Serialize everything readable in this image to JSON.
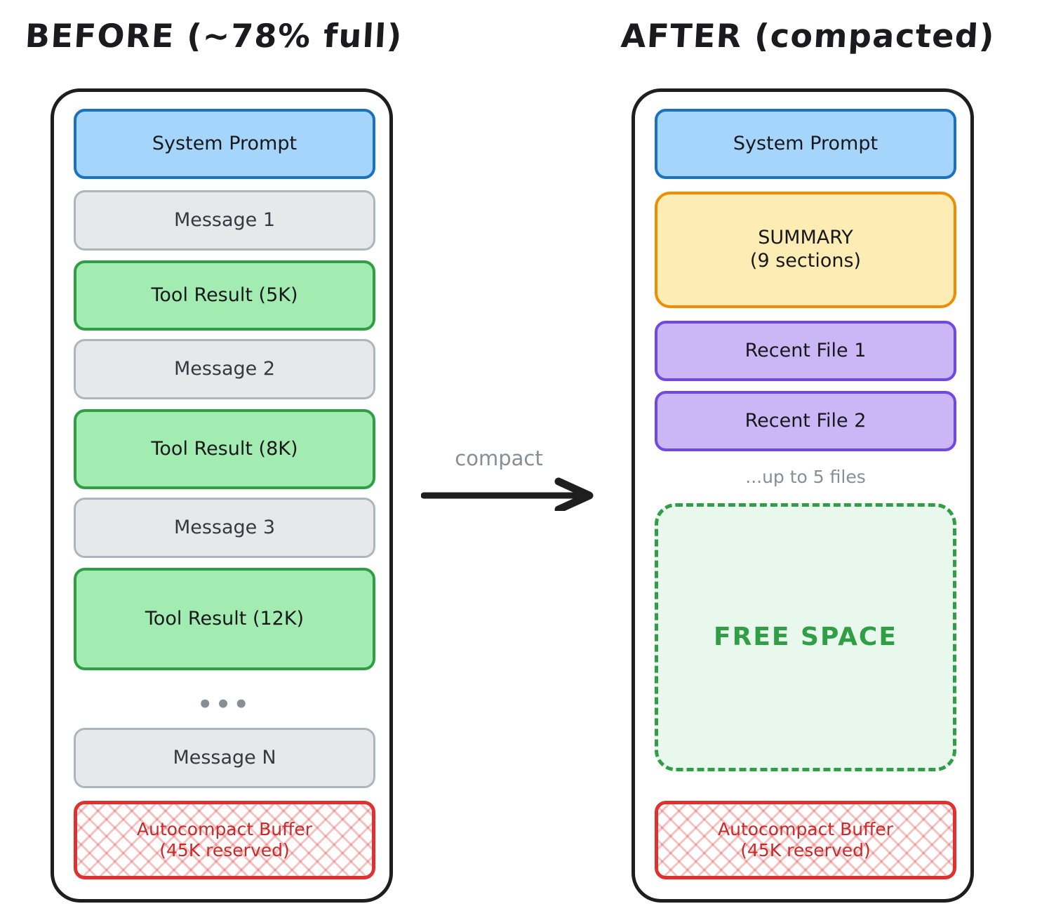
{
  "before": {
    "title": "BEFORE (~78% full)",
    "blocks": [
      {
        "name": "system-prompt",
        "label": "System Prompt",
        "style": "blue"
      },
      {
        "name": "message-1",
        "label": "Message 1",
        "style": "gray"
      },
      {
        "name": "tool-result-5k",
        "label": "Tool Result (5K)",
        "style": "green"
      },
      {
        "name": "message-2",
        "label": "Message 2",
        "style": "gray"
      },
      {
        "name": "tool-result-8k",
        "label": "Tool Result (8K)",
        "style": "green"
      },
      {
        "name": "message-3",
        "label": "Message 3",
        "style": "gray"
      },
      {
        "name": "tool-result-12k",
        "label": "Tool Result (12K)",
        "style": "green"
      },
      {
        "name": "message-n",
        "label": "Message N",
        "style": "gray"
      }
    ],
    "ellipsis": "•••",
    "buffer": {
      "line1": "Autocompact Buffer",
      "line2": "(45K reserved)"
    }
  },
  "after": {
    "title": "AFTER (compacted)",
    "system_prompt": "System Prompt",
    "summary": {
      "line1": "SUMMARY",
      "line2": "(9 sections)"
    },
    "recent_files": [
      "Recent File 1",
      "Recent File 2"
    ],
    "files_note": "...up to 5 files",
    "free_space": "FREE SPACE",
    "buffer": {
      "line1": "Autocompact Buffer",
      "line2": "(45K reserved)"
    }
  },
  "arrow": {
    "label": "compact"
  },
  "colors": {
    "blue_fill": "#a5d5fa",
    "blue_stroke": "#1971c2",
    "gray_fill": "#e6e8ea",
    "gray_stroke": "#adb5bd",
    "green_fill": "#a2ecb1",
    "green_stroke": "#2f9e44",
    "yellow_fill": "#fdecb3",
    "yellow_stroke": "#f08c00",
    "purple_fill": "#ccb7f6",
    "purple_stroke": "#7048e8",
    "red_stroke": "#e03131",
    "free_fill": "#e9f8ed",
    "frame_stroke": "#1e1e1e",
    "muted_text": "#868e96"
  }
}
